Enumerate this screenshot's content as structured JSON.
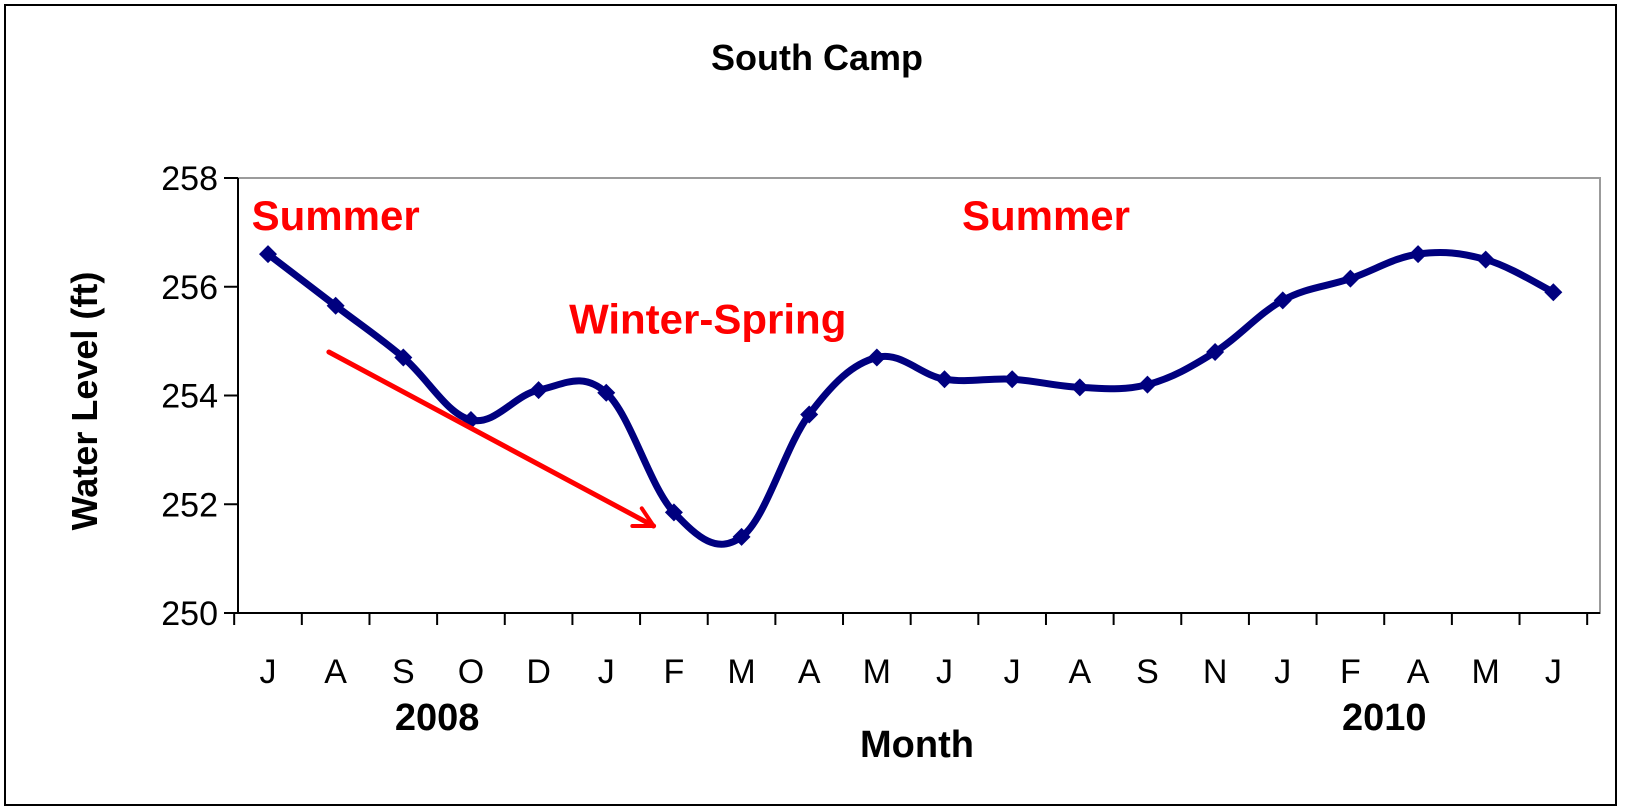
{
  "chart_data": {
    "type": "line",
    "title": "South Camp",
    "xlabel": "Month",
    "ylabel": "Water Level (ft)",
    "ylim": [
      250,
      258
    ],
    "yticks": [
      250,
      252,
      254,
      256,
      258
    ],
    "grid": false,
    "legend": "none",
    "categories": [
      "J",
      "A",
      "S",
      "O",
      "D",
      "J",
      "F",
      "M",
      "A",
      "M",
      "J",
      "J",
      "A",
      "S",
      "N",
      "J",
      "F",
      "A",
      "M",
      "J"
    ],
    "year_labels": [
      {
        "text": "2008",
        "category_index": 2.5
      },
      {
        "text": "2010",
        "category_index": 16.5
      }
    ],
    "series": [
      {
        "color": "#00007f",
        "x": [
          0,
          1,
          2,
          3,
          4,
          5,
          6,
          7,
          8,
          9,
          10,
          11,
          12,
          13,
          14,
          15,
          16,
          17,
          18,
          19
        ],
        "values": [
          256.6,
          255.65,
          254.7,
          253.55,
          254.1,
          254.05,
          251.85,
          251.4,
          253.65,
          254.7,
          254.3,
          254.3,
          254.15,
          254.2,
          254.8,
          255.75,
          256.15,
          256.6,
          256.5,
          255.9
        ]
      }
    ],
    "annotations": [
      {
        "text": "Summer",
        "x": 1.0,
        "y": 257.3,
        "color": "#ff0000"
      },
      {
        "text": "Summer",
        "x": 11.5,
        "y": 257.3,
        "color": "#ff0000"
      },
      {
        "text": "Winter-Spring",
        "x": 6.5,
        "y": 255.4,
        "color": "#ff0000"
      }
    ],
    "arrow": {
      "from": [
        0.9,
        254.8
      ],
      "to": [
        5.7,
        251.6
      ],
      "color": "#ff0000"
    }
  }
}
